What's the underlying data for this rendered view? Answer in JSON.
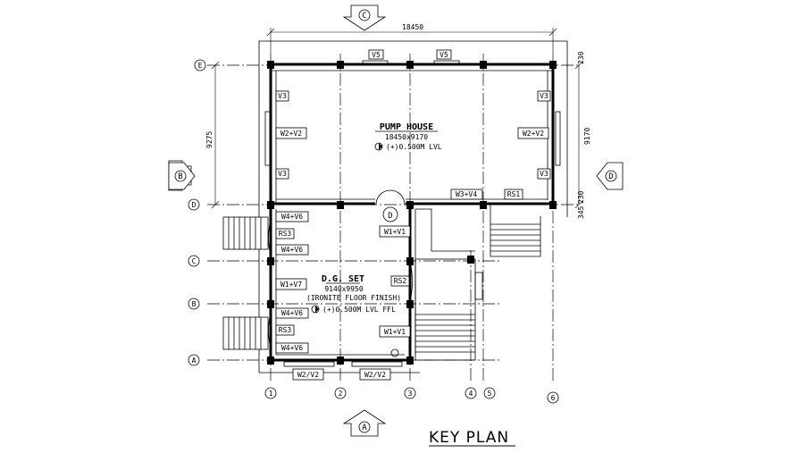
{
  "title": "KEY PLAN",
  "dimensions": {
    "top": "18450",
    "left": "9275",
    "right": "9170",
    "right_top": "230",
    "right_mid": "230",
    "right_bottom": "345"
  },
  "grid": {
    "rows": [
      "E",
      "D",
      "C",
      "B",
      "A"
    ],
    "cols": [
      "1",
      "2",
      "3",
      "4",
      "5",
      "6"
    ]
  },
  "elevations": [
    "C",
    "B",
    "D",
    "A"
  ],
  "rooms": {
    "pump_house": {
      "name": "PUMP HOUSE",
      "size": "18450x9170",
      "level": "(+)0.500M LVL"
    },
    "dg_set": {
      "name": "D.G. SET",
      "size": "9140x9950",
      "finish": "(IRONITE FLOOR FINISH)",
      "level": "(+)0.500M LVL FFL"
    }
  },
  "tags": {
    "v5_a": "V5",
    "v5_b": "V5",
    "v3_w1": "V3",
    "w2v2_w": "W2+V2",
    "v3_w2": "V3",
    "v3_e1": "V3",
    "w2v2_e": "W2+V2",
    "v3_e2": "V3",
    "w3v4": "W3+V4",
    "rs1": "RS1",
    "w4v6_a": "W4+V6",
    "rs3_a": "RS3",
    "w4v6_b": "W4+V6",
    "w1v7": "W1+V7",
    "w4v6_c": "W4+V6",
    "rs3_b": "RS3",
    "w4v6_d": "W4+V6",
    "w1v1_a": "W1+V1",
    "rs2": "RS2",
    "w1v1_b": "W1+V1",
    "w2v2_s1": "W2/V2",
    "w2v2_s2": "W2/V2",
    "door": "D"
  }
}
